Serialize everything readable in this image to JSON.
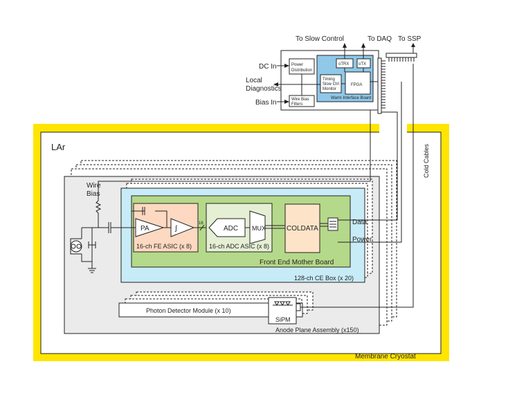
{
  "colors": {
    "cryostat_yellow": "#ffe500",
    "wib_blue": "#8fc8e8",
    "ce_box_cyan": "#c8ecf7",
    "fe_mother_green": "#b5d98a",
    "fe_asic_peach": "#fcd9c0",
    "adc_asic_green": "#e4efd4",
    "coldata_peach": "#fde4c8",
    "apa_gray": "#ebebeb"
  },
  "external": {
    "slow_control": "To Slow Control",
    "daq": "To DAQ",
    "ssp": "To SSP",
    "dc_in": "DC In",
    "local_diag_1": "Local",
    "local_diag_2": "Diagnostics",
    "bias_in": "Bias In"
  },
  "warm": {
    "power_1": "Power",
    "power_2": "Distribution",
    "otrx": "oTRX",
    "otx": "oTX",
    "timing_1": "Timing",
    "timing_2": "Slow Ctrl",
    "timing_3": "Monitor",
    "fpga": "FPGA",
    "wib_label": "Warm Interface Board",
    "wire_bias_1": "Wire Bias",
    "wire_bias_2": "Filters"
  },
  "cryostat": {
    "lar": "LAr",
    "cold_cables": "Cold Cables",
    "membrane": "Membrane Cryostat"
  },
  "apa": {
    "wire_bias_1": "Wire",
    "wire_bias_2": "Bias",
    "label": "Anode Plane Assembly (x150)"
  },
  "ce": {
    "pa": "PA",
    "integrator": "∫",
    "fe_asic": "16-ch FE ASIC (x 8)",
    "bus_16": "16",
    "adc": "ADC",
    "mux": "MUX",
    "adc_asic": "16-ch ADC ASIC (x 8)",
    "coldata": "COLDATA",
    "data": "Data",
    "power": "Power",
    "femb": "Front End Mother Board",
    "ce_box": "128-ch CE Box (x 20)"
  },
  "pd": {
    "module": "Photon Detector Module (x 10)",
    "sipm": "SiPM"
  }
}
